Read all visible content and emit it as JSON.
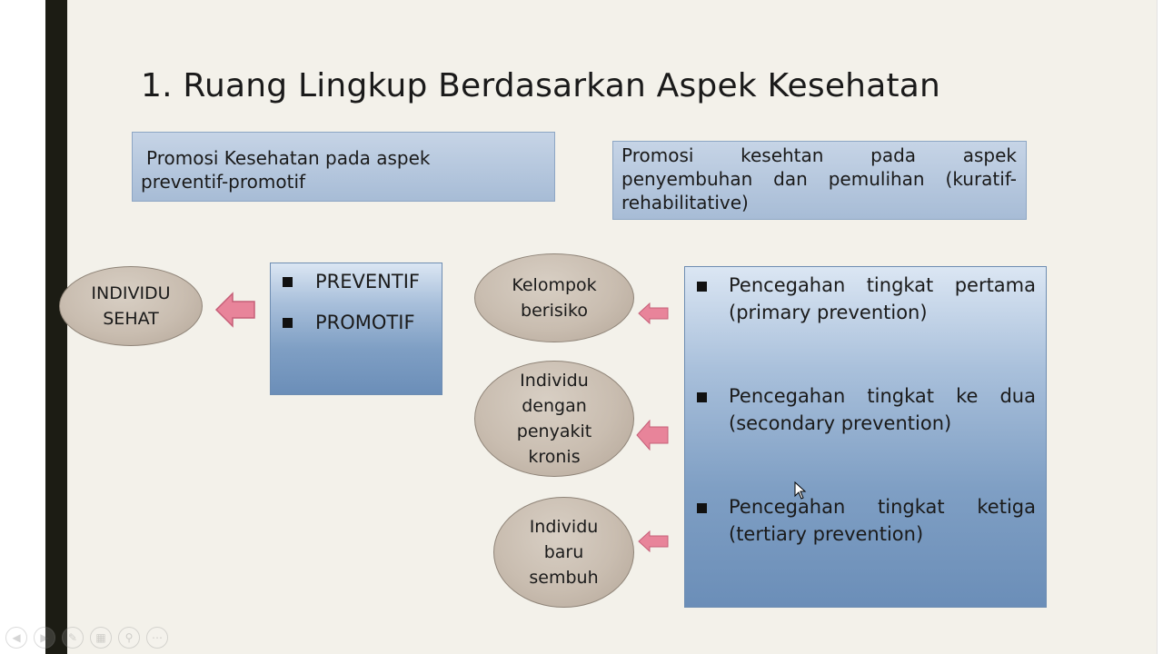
{
  "slide": {
    "title": "1. Ruang Lingkup Berdasarkan Aspek Kesehatan",
    "header_left": {
      "line1": "Promosi Kesehatan pada aspek",
      "line2": "preventif-promotif"
    },
    "header_right": {
      "line1": "Promosi kesehtan pada aspek",
      "line2": "penyembuhan dan pemulihan (kuratif-",
      "line3": "rehabilitative)"
    },
    "individu_sehat": {
      "line1": "INDIVIDU",
      "line2": "SEHAT"
    },
    "preventif_box": {
      "item1": "PREVENTIF",
      "item2": "PROMOTIF"
    },
    "groups": {
      "kelompok": {
        "line1": "Kelompok",
        "line2": "berisiko"
      },
      "kronis": {
        "line1": "Individu",
        "line2": "dengan",
        "line3": "penyakit",
        "line4": "kronis"
      },
      "sembuh": {
        "line1": "Individu",
        "line2": "baru",
        "line3": "sembuh"
      }
    },
    "prevention": {
      "primary": {
        "line1": "Pencegahan tingkat pertama",
        "line2": "(primary prevention)"
      },
      "secondary": {
        "line1": "Pencegahan tingkat ke dua",
        "line2": "(secondary prevention)"
      },
      "tertiary": {
        "line1": "Pencegahan tingkat ketiga",
        "line2": "(tertiary prevention)"
      }
    }
  },
  "colors": {
    "background": "#f3f1ea",
    "arrow": "#e8849a",
    "box_blue": "#7f9fc4",
    "ellipse": "#c9bdb0",
    "left_bar": "#1c1c14"
  },
  "toolbar": {
    "icons": [
      "prev-icon",
      "play-icon",
      "pen-icon",
      "slides-icon",
      "zoom-icon",
      "more-icon"
    ]
  }
}
